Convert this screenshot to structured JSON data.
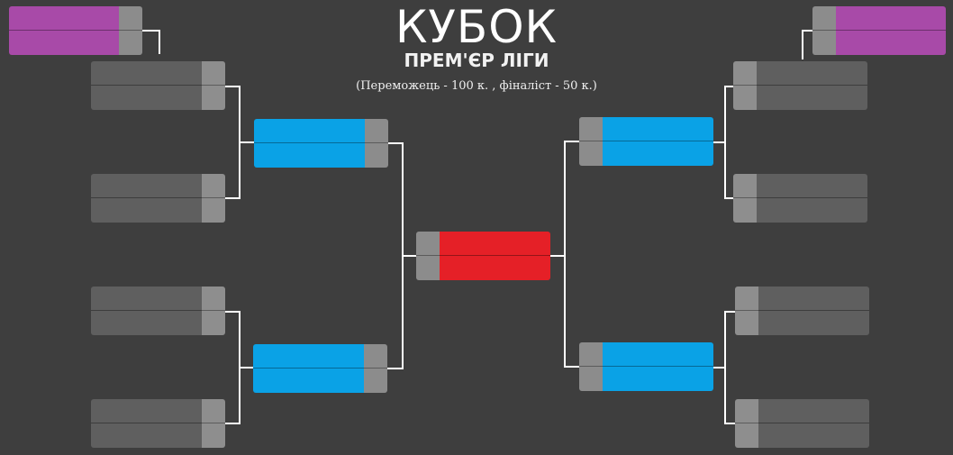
{
  "header": {
    "title": "КУБОК",
    "subtitle": "ПРЕМ'ЄР ЛІГИ",
    "prize_note": "(Переможець  - 100 к. , фіналіст - 50 к.)"
  },
  "colors": {
    "background": "#3e3e3e",
    "round1": "#5f5f5f",
    "semifinal": "#0aa2e6",
    "final": "#e52027",
    "bonus": "#a84aa8",
    "score": "#8e8e8e",
    "connector": "#ffffff"
  }
}
